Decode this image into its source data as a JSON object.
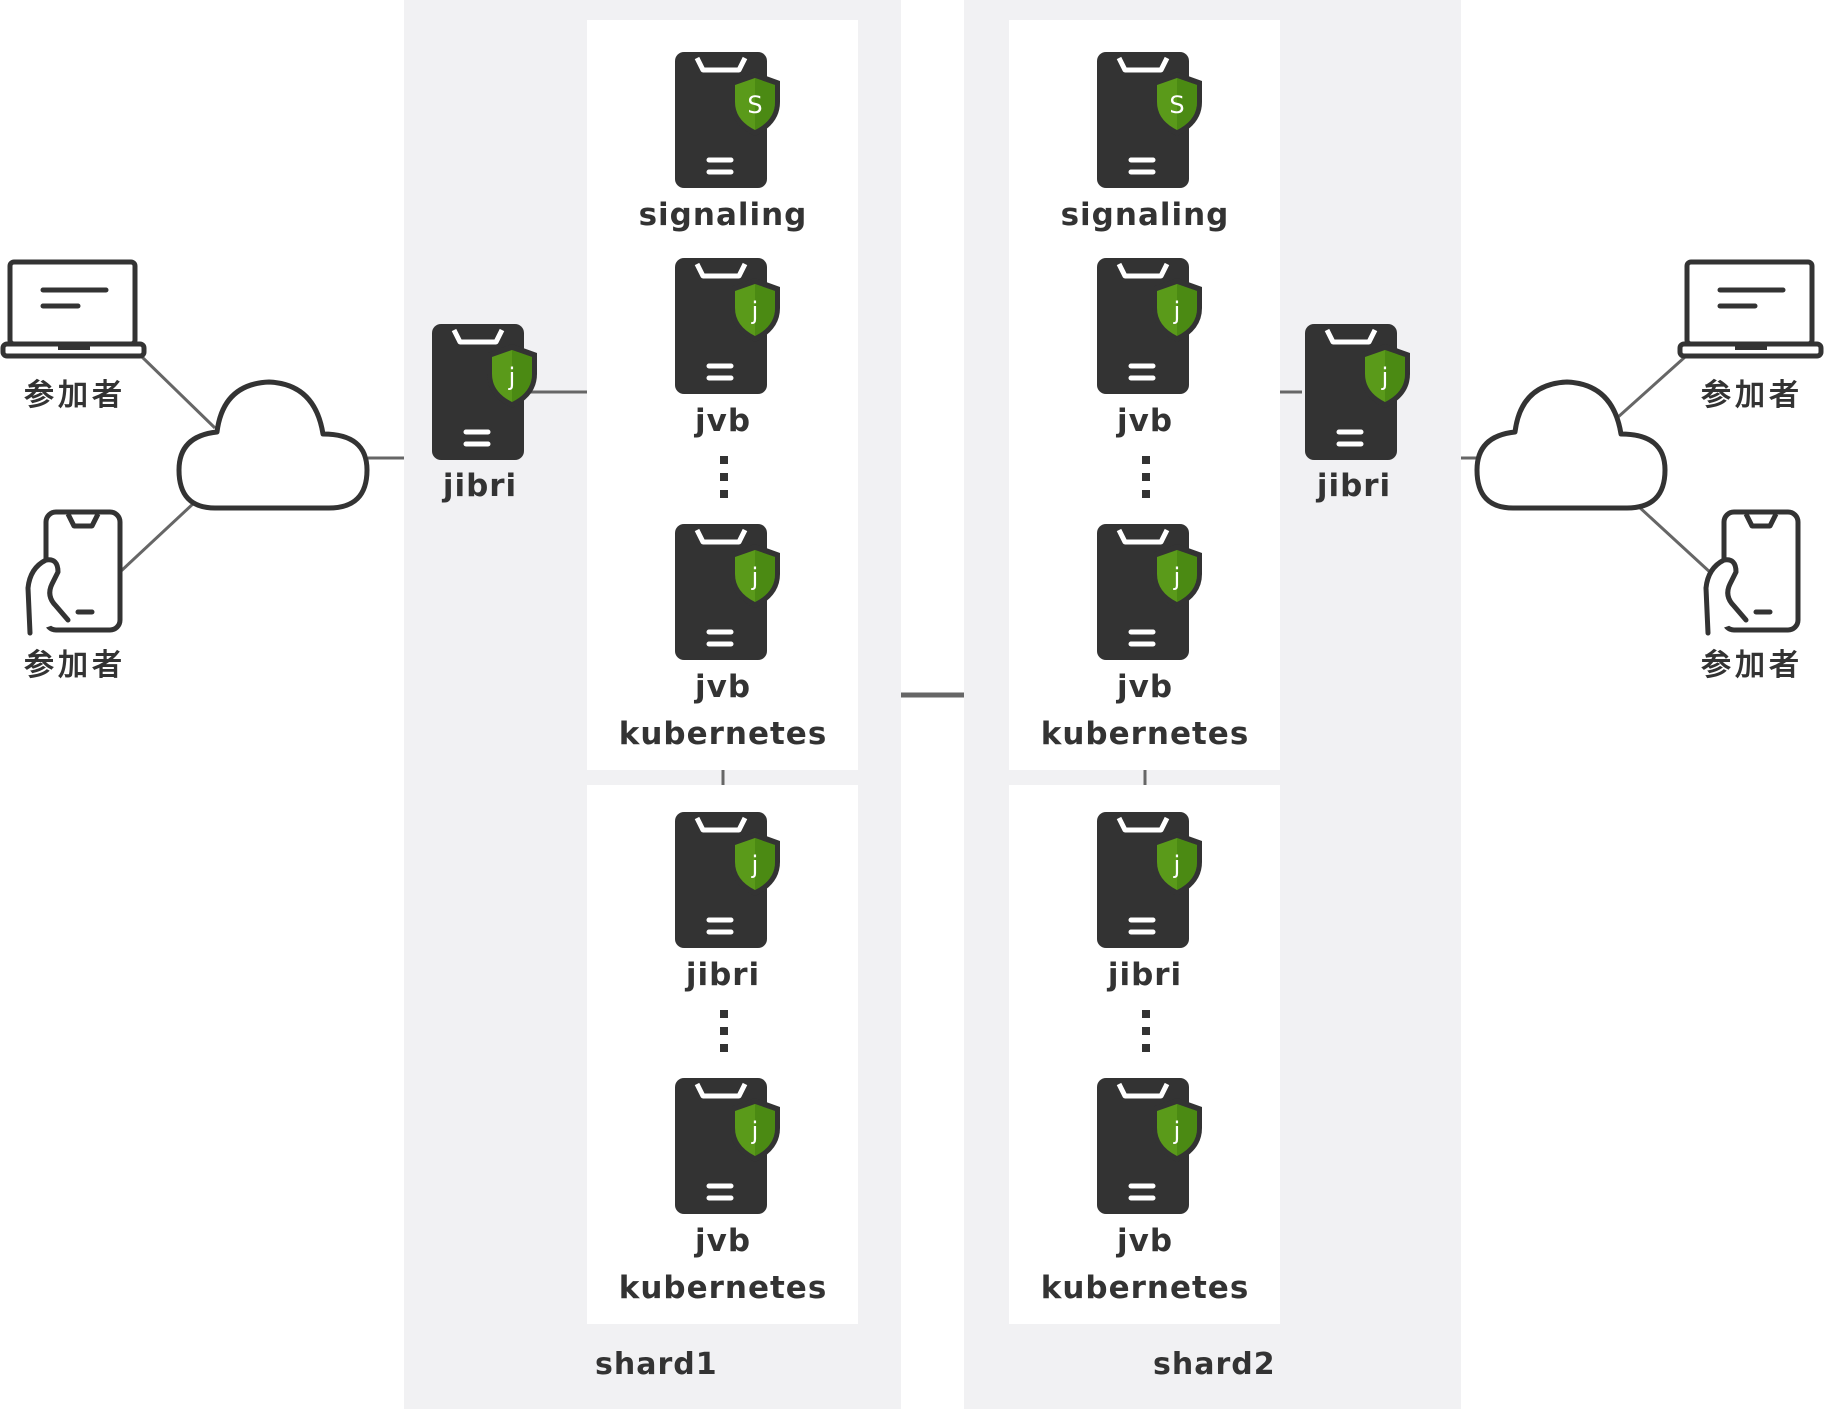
{
  "labels": {
    "participant": "参加者",
    "signaling": "signaling",
    "jvb": "jvb",
    "jibri": "jibri",
    "kubernetes": "kubernetes",
    "shard1": "shard1",
    "shard2": "shard2"
  },
  "badges": {
    "signaling": "S",
    "component": "j"
  },
  "colors": {
    "panel": "#f1f1f3",
    "device": "#333333",
    "shield": "#5a9a1a",
    "line": "#666666"
  },
  "icons": [
    "laptop-icon",
    "smartphone-in-hand-icon",
    "cloud-icon",
    "server-device-icon",
    "shield-badge-icon"
  ]
}
